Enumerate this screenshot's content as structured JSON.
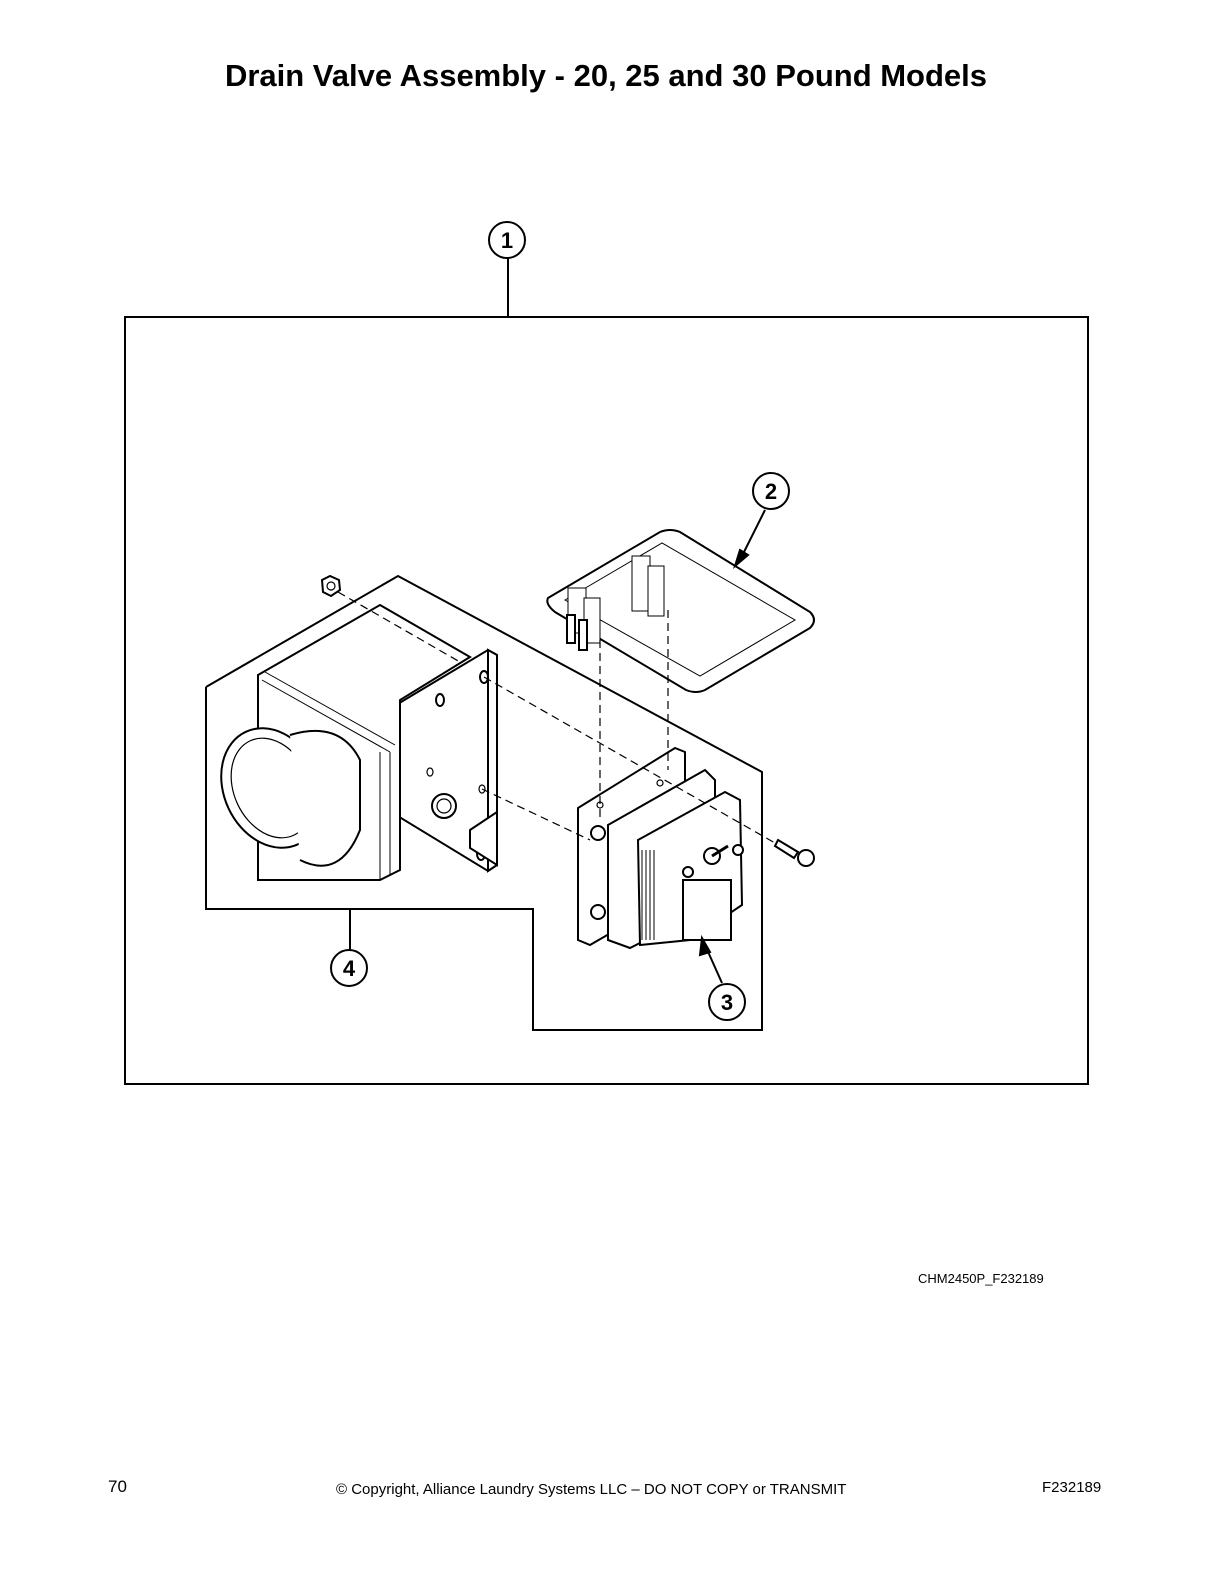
{
  "page": {
    "title": "Drain Valve Assembly - 20, 25 and 30 Pound Models",
    "figure_code": "CHM2450P_F232189",
    "page_number": "70",
    "copyright": "© Copyright, Alliance Laundry Systems LLC – DO NOT COPY or TRANSMIT",
    "document_code": "F232189"
  },
  "diagram": {
    "callouts": [
      {
        "id": "1",
        "label": "1",
        "target": "complete-drain-valve-assembly"
      },
      {
        "id": "2",
        "label": "2",
        "target": "motor-cover"
      },
      {
        "id": "3",
        "label": "3",
        "target": "drain-valve-motor"
      },
      {
        "id": "4",
        "label": "4",
        "target": "drain-valve-body-assembly"
      }
    ],
    "colors": {
      "line": "#000000",
      "background": "#ffffff"
    }
  }
}
